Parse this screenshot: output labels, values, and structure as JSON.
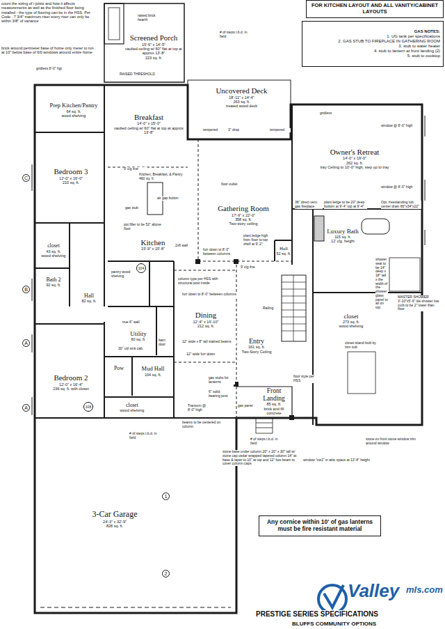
{
  "diagram": {
    "nodes": [
      {
        "text": [
          "FOR KITCHEN LAYOUT AND ALL VANITY/CABINET LAYOUTS"
        ]
      },
      {
        "text": [
          "Screened Porch",
          "15'-6\" x 14'-5\"",
          "vaulted ceiling w/ 60\" flat at top at approx 13'-8\"",
          "223 sq. ft."
        ]
      },
      {
        "text": [
          "GAS NOTES:",
          "1. UG tank per specifications",
          "2. GAS STUB TO FIREPLACE IN GATHERING ROOM",
          "3. stub to water heater",
          "4. stub to lantern at front landing (2)",
          "5. stub to cooktop"
        ]
      },
      {
        "text": [
          "Prep Kitchen/Pantry",
          "64 sq. ft.",
          "wood shelving"
        ]
      },
      {
        "text": [
          "Uncovered Deck",
          "18'-11\" x 14'-4\"",
          "263 sq. ft.",
          "treated wood deck"
        ]
      },
      {
        "text": [
          "Breakfast",
          "14'-0\" x 15'-0\"",
          "vaulted ceiling w/ 60\" flat at top at approx 13'-8\""
        ]
      },
      {
        "text": [
          "Owner's Retreat",
          "14'-0\" x 19'-0\"",
          "262 sq. ft.",
          "tray Ceiling to 10'-0\" high, step up to tray"
        ]
      },
      {
        "text": [
          "Bedroom 3",
          "12'-0\" x 16'-0\"",
          "210 sq. ft."
        ]
      },
      {
        "text": [
          "Gathering Room",
          "17'-9\" x 22'-0\"",
          "358 sq. ft.",
          "Two-story ceiling"
        ]
      },
      {
        "text": [
          "Kitchen",
          "15'-9\" x 15'-8\""
        ]
      },
      {
        "text": [
          "Luxury Bath",
          "115 sq. ft.",
          "12' clg. height"
        ]
      },
      {
        "text": [
          "Hall",
          "52 sq. ft."
        ]
      },
      {
        "text": [
          "closet",
          "43 sq. ft.",
          "wood shelving"
        ]
      },
      {
        "text": [
          "Bath 2",
          "92 sq. ft."
        ]
      },
      {
        "text": [
          "Hall",
          "82 sq. ft."
        ]
      },
      {
        "text": [
          "closet",
          "273 sq. ft.",
          "wood shelving"
        ]
      },
      {
        "text": [
          "Utility",
          "60 sq. ft."
        ]
      },
      {
        "text": [
          "Dining",
          "12'-4\" x 16'-10\"",
          "212 sq. ft."
        ]
      },
      {
        "text": [
          "Entry",
          "161 sq. ft.",
          "Two-Story Ceiling"
        ]
      },
      {
        "text": [
          "Bedroom 2",
          "12'-0\" x 16'-4\"",
          "236 sq. ft. with closet"
        ]
      },
      {
        "text": [
          "Pow"
        ]
      },
      {
        "text": [
          "Mud Hall",
          "104 sq. ft."
        ]
      },
      {
        "text": [
          "closet",
          "wood shelving"
        ]
      },
      {
        "text": [
          "Front Landing",
          "85 sq. ft.",
          "brick and fill concrete"
        ]
      },
      {
        "text": [
          "Any cornice within 10' of gas lanterns must be fire resistant material"
        ]
      },
      {
        "text": [
          "3-Car Garage",
          "24'-3\" x 32'-9\"",
          "828 sq. ft."
        ]
      }
    ],
    "labels": [
      "count the sizing of i-joists and how it affects measurements as well as the finished floor being installed - the type of flooring can be in the HSS. Per Code : 7 3/4\" maximum riser every riser can only be within 3/8\" of variance",
      "brick around perimeter base of home only meter to run at 10\" below base of 6/0 windows around entire home",
      "raised brick hearth",
      "RAISED THRESHOLD",
      "# of steps t.b.d. in field",
      "gridless 8'-0\" hgt",
      "floor outlet",
      "air gap button",
      "gas stub",
      "pot filler to be 52\" above floor",
      "pantry wood shelving",
      "Kitchen, Breakfast, & Pantry 460 sq. ft.",
      "furr down to 8'-0\" between columns",
      "column type per HSS with structural post inside",
      "furr down to 8'-0\" between columns",
      "12\" wide x 8\" tall stained beams",
      "12\" wide furr down",
      "true 6\" wall",
      "30\" util sink cab.",
      "barn door",
      "Railing",
      "gas stubs for lanterns",
      "gas panel",
      "6\" solid bearing post",
      "beams to be centered on column",
      "Transom @ 8'-0\" high",
      "# of steps t.b.d. in field",
      "# of steps t.b.d. in field",
      "stone base under column 20\" x 20\" x 30\" tall w/ stone cap cedar wrapped tapered column 14\" at base & taper to 10\" at top and 12\" box beam to cover column caps",
      "window \"cw1\" in attic space at 13'-8\" height",
      "stone on front stone window trim around window",
      "36\" direct vent gas fireplace",
      "plant ledge to be 20\" deep bottom at 9'-4\" top at 9'-4\"",
      "Opt. freestanding tub center drain 66\"x34\"x22\"",
      "window @ 8'-0\" high",
      "window @ 8'-0\" high",
      "MASTER SHOWER 3'-10\"x5'-6\" tile shower low curb to be 2\" lower than floor",
      "shower seat to be 14\" deep x 18\" tall x the width of the shower glass panel to all on top",
      "closet island built by trim sub",
      "9' clg line",
      "2x6 wall",
      "9' clg line",
      "floor style per HSS",
      "plant ledge high from floor to top shelf at 9'-2\"",
      "PRESTIGE SERIES SPECIFICATIONS",
      "BLUFFS COMMUNITY OPTIONS",
      "Valley",
      "mls.com",
      "tempered",
      "tempered",
      "3\" drop",
      "gridless",
      "C",
      "B",
      "A",
      "A",
      "1",
      "2",
      "104",
      "108"
    ]
  }
}
